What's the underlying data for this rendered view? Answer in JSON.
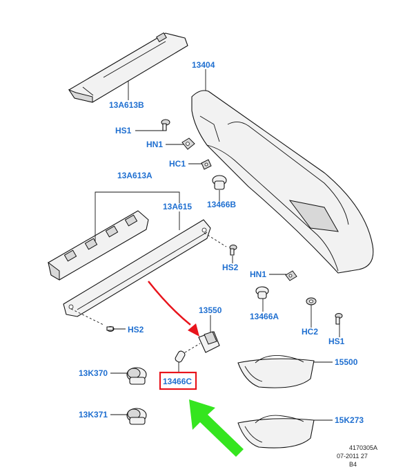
{
  "callouts": {
    "p13404": "13404",
    "p13A613B": "13A613B",
    "pHS1a": "HS1",
    "pHN1a": "HN1",
    "pHC1": "HC1",
    "p13A613A": "13A613A",
    "p13A615": "13A615",
    "p13466B": "13466B",
    "pHS2a": "HS2",
    "pHN1b": "HN1",
    "p13466A": "13466A",
    "pHC2": "HC2",
    "pHS1b": "HS1",
    "p13550": "13550",
    "pHS2b": "HS2",
    "p13K370": "13K370",
    "p13466C": "13466C",
    "p15500": "15500",
    "p13K371": "13K371",
    "p15K273": "15K273"
  },
  "footer": {
    "line1": "4170305A",
    "line2": "07-2011 27",
    "line3": "B4"
  },
  "colors": {
    "label": "#1f6fd0",
    "highlight_box": "#e8141c",
    "red_arrow": "#e8141c",
    "green_arrow": "#35e51f",
    "line": "#111111"
  }
}
